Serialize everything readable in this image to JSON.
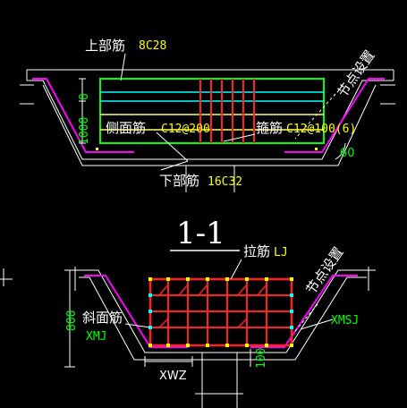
{
  "colors": {
    "background": "#000000",
    "outline": "#ffffff",
    "slope": "#ff00ff",
    "top_bar": "#00ff00",
    "middle_bars": "#00ffff",
    "stirrup": "#ff2020",
    "bottom_bar": "#ffff66",
    "label_text": "#ffffff",
    "code_text": "#ffff00",
    "dimension_text": "#00ff00",
    "rebar_dot": "#ffff00",
    "tie_dot": "#00ffff"
  },
  "section_title": "1-1",
  "upper_detail": {
    "top_rebar_label": "上部筋",
    "top_rebar_code": "8C28",
    "side_rebar_label": "侧面筋",
    "side_rebar_code": "C12@200",
    "stirrup_label": "箍筋",
    "stirrup_code": "C12@100(6)",
    "bottom_rebar_label": "下部筋",
    "bottom_rebar_code": "16C32",
    "node_note": "节点设置",
    "angle_value": "60",
    "dim_top": "0",
    "dim_side": "1000"
  },
  "lower_detail": {
    "tie_label": "拉筋",
    "tie_code": "LJ",
    "slope_rebar_label": "斜面筋",
    "slope_rebar_code": "XMJ",
    "slope_rebar_code_right": "XMSJ",
    "bottom_code": "XWZ",
    "node_note": "节点设置",
    "dim_height": "800",
    "dim_bottom": "100"
  }
}
